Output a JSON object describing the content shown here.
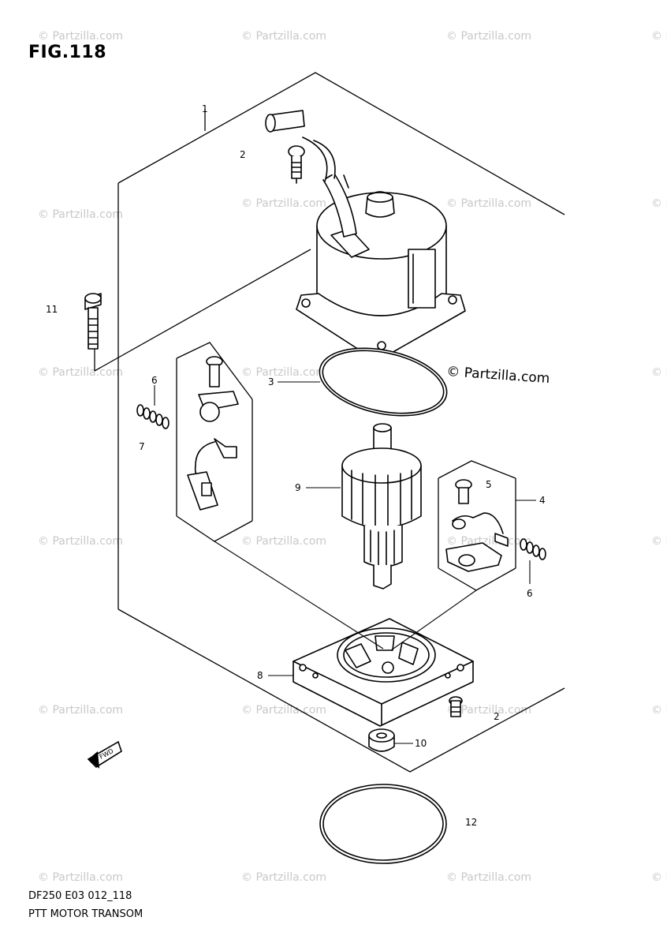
{
  "figure": {
    "title": "FIG.118",
    "diagram_code": "DF250 E03 012_118",
    "diagram_name": "PTT MOTOR TRANSOM",
    "copyright_label": "© Partzilla.com",
    "watermark_text": "© Partzilla.com"
  },
  "callouts": {
    "c1": "1",
    "c2a": "2",
    "c2b": "2",
    "c3": "3",
    "c4": "4",
    "c5": "5",
    "c6a": "6",
    "c6b": "6",
    "c7": "7",
    "c8": "8",
    "c9": "9",
    "c10": "10",
    "c11": "11",
    "c12": "12"
  },
  "front_arrow": {
    "label": "FWD"
  },
  "colors": {
    "line": "#000000",
    "watermark": "#c8c8c8",
    "background": "#ffffff"
  }
}
